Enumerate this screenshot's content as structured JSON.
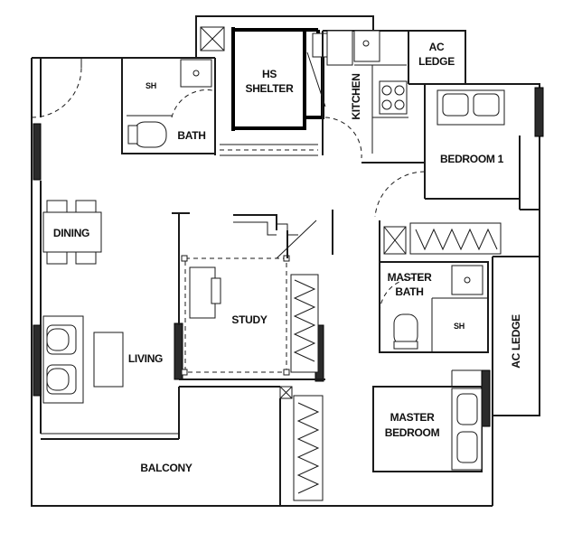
{
  "rooms": {
    "hs_shelter": {
      "line1": "HS",
      "line2": "SHELTER"
    },
    "kitchen": "KITCHEN",
    "ac_ledge_top": {
      "line1": "AC",
      "line2": "LEDGE"
    },
    "bedroom_1": "BEDROOM 1",
    "shower_top": "SH",
    "bath": "BATH",
    "dining": "DINING",
    "study": "STUDY",
    "living": "LIVING",
    "master_bath": {
      "line1": "MASTER",
      "line2": "BATH"
    },
    "shower_master": "SH",
    "ac_ledge_side": "AC LEDGE",
    "master_bedroom": {
      "line1": "MASTER",
      "line2": "BEDROOM"
    },
    "balcony": "BALCONY"
  }
}
